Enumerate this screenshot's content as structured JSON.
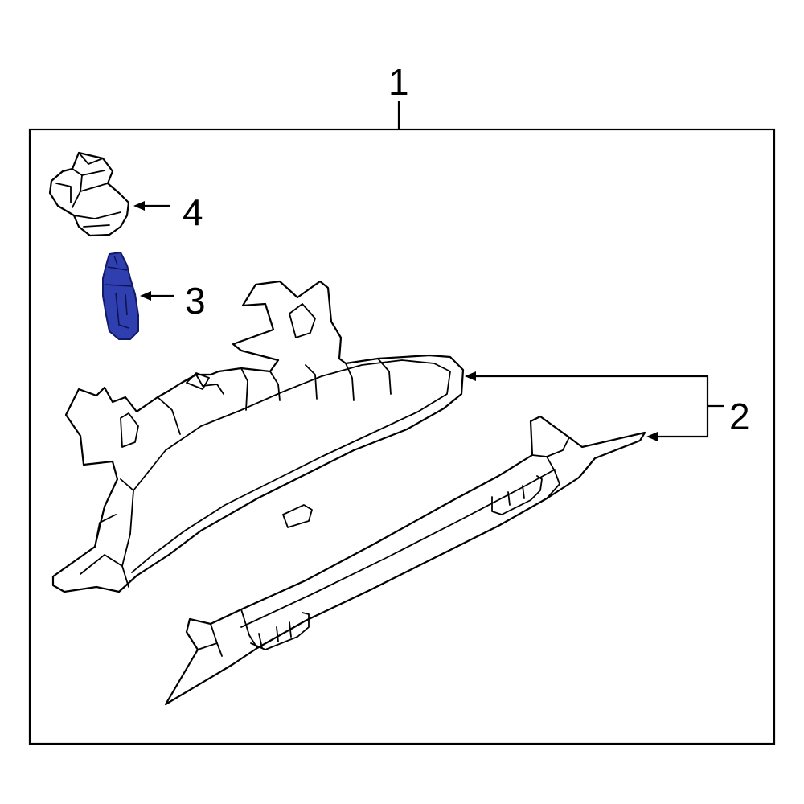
{
  "callouts": {
    "c1": "1",
    "c2": "2",
    "c3": "3",
    "c4": "4"
  },
  "colors": {
    "line": "#000000",
    "background": "#ffffff",
    "highlight_fill": "#2f3fb0",
    "highlight_stroke": "#101a66"
  }
}
